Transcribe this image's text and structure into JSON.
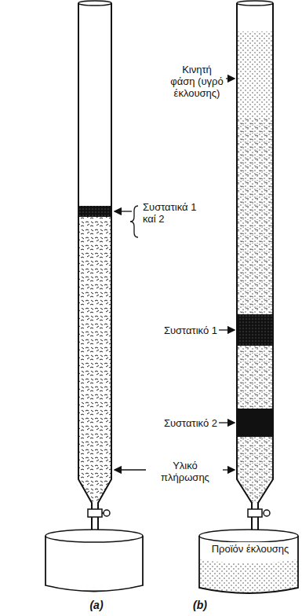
{
  "diagram": {
    "labels": [
      "Συστατικά 1 καί 2",
      "Κινητή φάση (υγρό έκλουσης)",
      "Συστατικό 1",
      "Συστατικό 2",
      "Υλικό πλήρωσης",
      "Προϊόν έκλουσης",
      "(a)",
      "(b)"
    ]
  }
}
